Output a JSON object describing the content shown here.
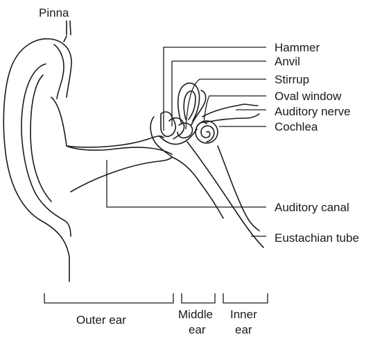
{
  "diagram": {
    "labels": {
      "pinna": "Pinna",
      "hammer": "Hammer",
      "anvil": "Anvil",
      "stirrup": "Stirrup",
      "oval_window": "Oval window",
      "auditory_nerve": "Auditory nerve",
      "cochlea": "Cochlea",
      "auditory_canal": "Auditory canal",
      "eustachian_tube": "Eustachian tube"
    },
    "regions": {
      "outer_ear": "Outer ear",
      "middle_ear_line1": "Middle",
      "middle_ear_line2": "ear",
      "inner_ear_line1": "Inner",
      "inner_ear_line2": "ear"
    }
  }
}
